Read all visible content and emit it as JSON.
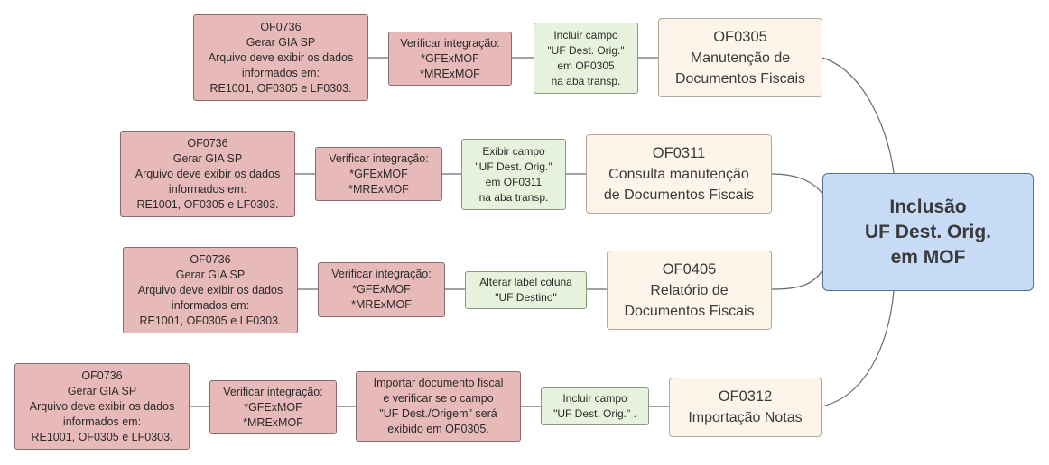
{
  "diagram": {
    "center": {
      "lines": [
        "Inclusão",
        "UF Dest. Orig.",
        "em MOF"
      ]
    },
    "branches": [
      {
        "program": [
          "OF0305",
          "Manutenção de",
          "Documentos Fiscais"
        ],
        "change": [
          "Incluir campo",
          "\"UF Dest. Orig.\"",
          "em OF0305",
          "na aba transp."
        ],
        "check": [
          "Verificar integração:",
          "*GFExMOF",
          "*MRExMOF"
        ],
        "report": [
          "OF0736",
          "Gerar GIA SP",
          "Arquivo deve exibir os dados",
          "informados em:",
          "RE1001, OF0305 e LF0303."
        ]
      },
      {
        "program": [
          "OF0311",
          "Consulta manutenção",
          "de Documentos Fiscais"
        ],
        "change": [
          "Exibir campo",
          "\"UF Dest. Orig.\"",
          "em OF0311",
          "na aba transp."
        ],
        "check": [
          "Verificar integração:",
          "*GFExMOF",
          "*MRExMOF"
        ],
        "report": [
          "OF0736",
          "Gerar GIA SP",
          "Arquivo deve exibir os dados",
          "informados em:",
          "RE1001, OF0305 e LF0303."
        ]
      },
      {
        "program": [
          "OF0405",
          "Relatório de",
          "Documentos Fiscais"
        ],
        "change": [
          "Alterar label coluna",
          "\"UF Destino\""
        ],
        "check": [
          "Verificar integração:",
          "*GFExMOF",
          "*MRExMOF"
        ],
        "report": [
          "OF0736",
          "Gerar GIA SP",
          "Arquivo deve exibir os dados",
          "informados em:",
          "RE1001, OF0305 e LF0303."
        ]
      },
      {
        "program": [
          "OF0312",
          "Importação Notas"
        ],
        "change": [
          "Incluir campo",
          "\"UF Dest. Orig.\" ."
        ],
        "import": [
          "Importar documento fiscal",
          "e verificar se o campo",
          "\"UF Dest./Origem\" será",
          "exibido em OF0305."
        ],
        "check": [
          "Verificar integração:",
          "*GFExMOF",
          "*MRExMOF"
        ],
        "report": [
          "OF0736",
          "Gerar GIA SP",
          "Arquivo deve exibir os dados",
          "informados em:",
          "RE1001, OF0305 e LF0303."
        ]
      }
    ]
  }
}
